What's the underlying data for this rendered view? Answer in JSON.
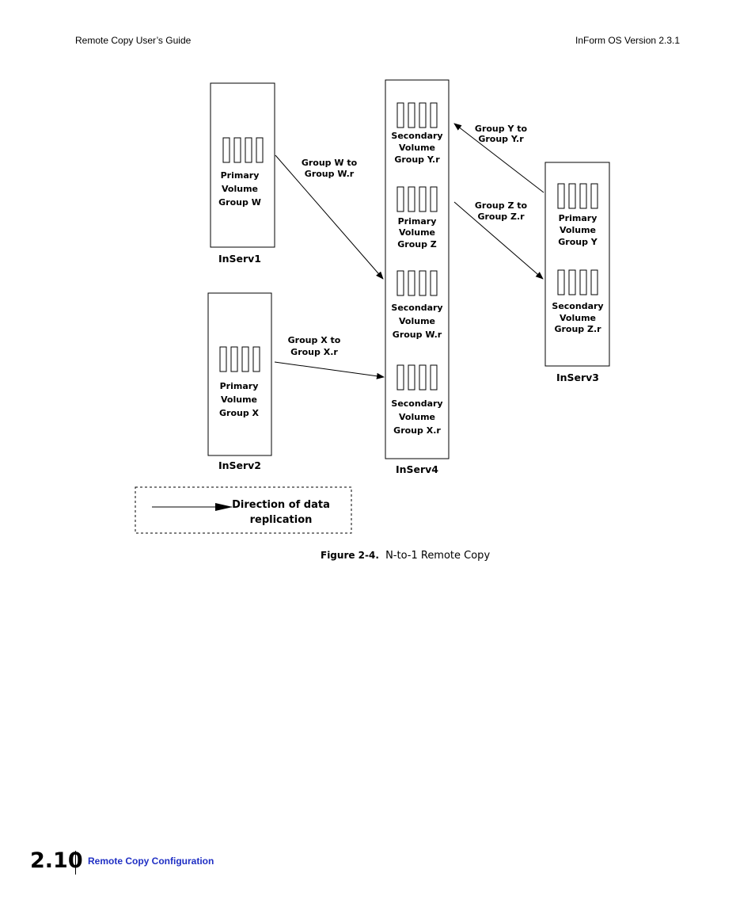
{
  "header": {
    "left": "Remote Copy User’s Guide",
    "right": "InForm OS Version 2.3.1"
  },
  "diagram": {
    "servers": {
      "inserv1": {
        "label": "InServ1",
        "groups": {
          "primary_w": [
            "Primary",
            "Volume",
            "Group W"
          ]
        }
      },
      "inserv2": {
        "label": "InServ2",
        "groups": {
          "primary_x": [
            "Primary",
            "Volume",
            "Group X"
          ]
        }
      },
      "inserv3": {
        "label": "InServ3",
        "groups": {
          "primary_y": [
            "Primary",
            "Volume",
            "Group Y"
          ],
          "secondary_zr": [
            "Secondary",
            "Volume",
            "Group Z.r"
          ]
        }
      },
      "inserv4": {
        "label": "InServ4",
        "groups": {
          "secondary_yr": [
            "Secondary",
            "Volume",
            "Group Y.r"
          ],
          "primary_z": [
            "Primary",
            "Volume",
            "Group Z"
          ],
          "secondary_wr": [
            "Secondary",
            "Volume",
            "Group W.r"
          ],
          "secondary_xr": [
            "Secondary",
            "Volume",
            "Group X.r"
          ]
        }
      }
    },
    "links": {
      "w": [
        "Group W to",
        "Group W.r"
      ],
      "x": [
        "Group X to",
        "Group X.r"
      ],
      "y": [
        "Group Y to",
        "Group Y.r"
      ],
      "z": [
        "Group Z to",
        "Group Z.r"
      ]
    },
    "legend": [
      "Direction of data",
      "replication"
    ]
  },
  "caption": {
    "label": "Figure 2-4.",
    "text": "N-to-1 Remote Copy"
  },
  "footer": {
    "page_number": "2.10",
    "section_link": "Remote Copy Configuration"
  }
}
